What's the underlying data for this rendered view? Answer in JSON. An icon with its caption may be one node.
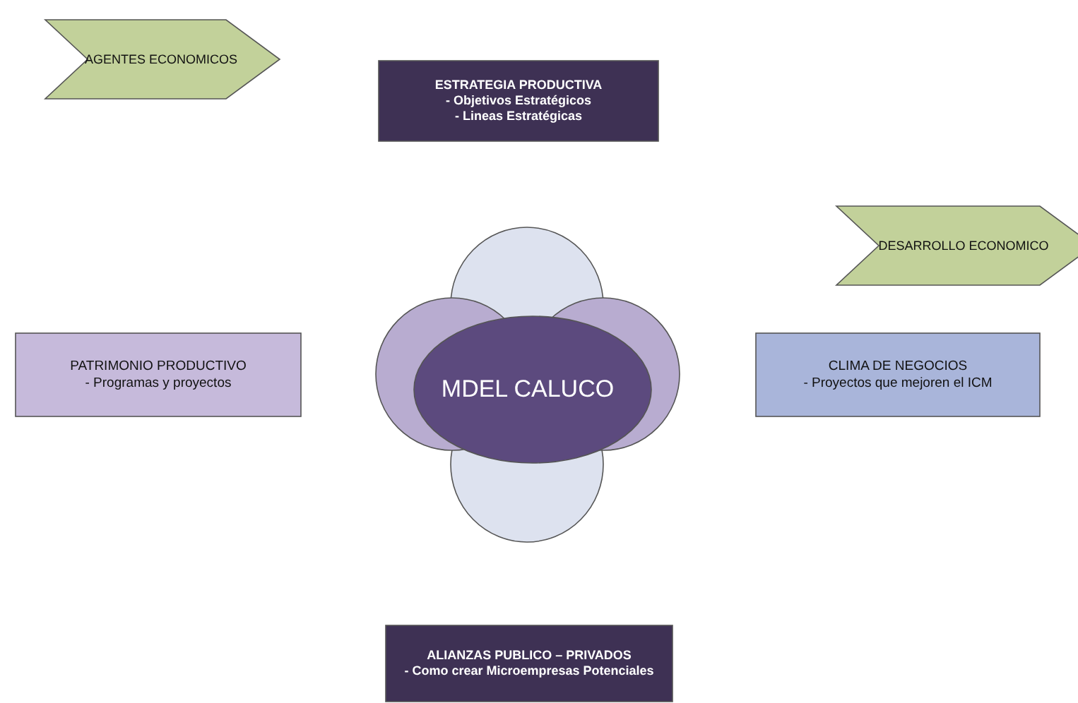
{
  "diagram": {
    "nodes": [
      {
        "text": [
          "AGENTES ECONOMICOS"
        ]
      },
      {
        "text": [
          "ESTRATEGIA PRODUCTIVA",
          "- Objetivos Estratégicos",
          "- Lineas Estratégicas"
        ]
      },
      {
        "text": [
          "DESARROLLO ECONOMICO"
        ]
      },
      {
        "text": [
          "MDEL CALUCO"
        ]
      },
      {
        "text": [
          "PATRIMONIO PRODUCTIVO",
          "- Programas y proyectos"
        ]
      },
      {
        "text": [
          "CLIMA DE NEGOCIOS",
          "- Proyectos que mejoren el ICM"
        ]
      },
      {
        "text": [
          "ALIANZAS PUBLICO – PRIVADOS",
          "- Como crear Microempresas Potenciales"
        ]
      }
    ]
  }
}
